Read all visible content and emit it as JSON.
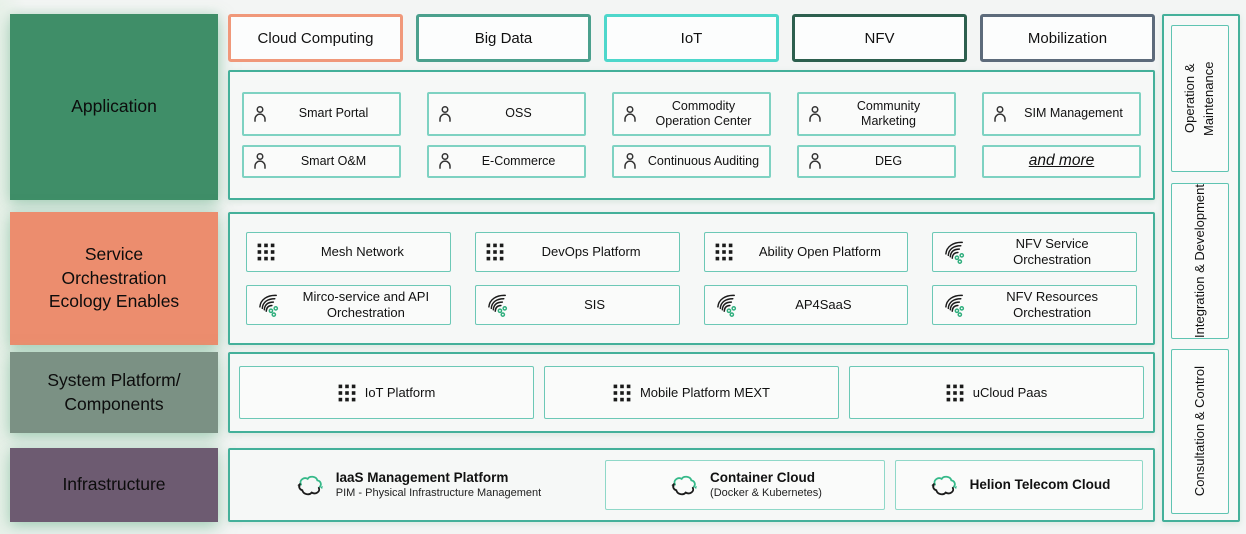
{
  "colors": {
    "accent_teal_container": "#44b09a",
    "item_border_teal": "#6cc8b6",
    "application_block": "#3f8e68",
    "service_block": "#ec8d6e",
    "system_block": "#7b9184",
    "infrastructure_block": "#6d5b71",
    "chip_cloud_computing": "#f0987a",
    "chip_big_data": "#4ba08d",
    "chip_iot": "#4ed7cb",
    "chip_nfv": "#2d5f4e",
    "chip_mobilization": "#5d6b7b",
    "mesh_dot_green": "#2fae7d",
    "cloud_arrow_green": "#35b989"
  },
  "categories": [
    {
      "label": "Application",
      "bg_css": "background:#3f8e68;"
    },
    {
      "label": "Service Orchestration Ecology Enables",
      "bg_css": "background:#ec8d6e;"
    },
    {
      "label": "System Platform/ Components",
      "bg_css": "background:#7b9184;"
    },
    {
      "label": "Infrastructure",
      "bg_css": "background:#6d5b71;"
    }
  ],
  "top_buttons": [
    {
      "label": "Cloud Computing",
      "border_css": "border-color:#f0987a;"
    },
    {
      "label": "Big Data",
      "border_css": "border-color:#4ba08d;"
    },
    {
      "label": "IoT",
      "border_css": "border-color:#4ed7cb;"
    },
    {
      "label": "NFV",
      "border_css": "border-color:#2d5f4e;"
    },
    {
      "label": "Mobilization",
      "border_css": "border-color:#5d6b7b;"
    }
  ],
  "application": {
    "items": [
      {
        "label": "Smart Portal",
        "icon": "person-icon"
      },
      {
        "label": "OSS",
        "icon": "person-icon"
      },
      {
        "label": "Commodity Operation Center",
        "icon": "person-icon"
      },
      {
        "label": "Community Marketing",
        "icon": "person-icon"
      },
      {
        "label": "SIM Management",
        "icon": "person-icon"
      },
      {
        "label": "Smart O&M",
        "icon": "person-icon"
      },
      {
        "label": "E-Commerce",
        "icon": "person-icon"
      },
      {
        "label": "Continuous Auditing",
        "icon": "person-icon"
      },
      {
        "label": "DEG",
        "icon": "person-icon"
      },
      {
        "label": "and more",
        "icon": "none"
      }
    ]
  },
  "service": {
    "items": [
      {
        "label": "Mesh Network",
        "icon": "grid-icon"
      },
      {
        "label": "DevOps Platform",
        "icon": "grid-icon"
      },
      {
        "label": "Ability Open Platform",
        "icon": "grid-icon"
      },
      {
        "label": "NFV Service Orchestration",
        "icon": "mesh-icon"
      },
      {
        "label": "Mirco-service and API Orchestration",
        "icon": "mesh-icon"
      },
      {
        "label": "SIS",
        "icon": "mesh-icon"
      },
      {
        "label": "AP4SaaS",
        "icon": "mesh-icon"
      },
      {
        "label": "NFV Resources Orchestration",
        "icon": "mesh-icon"
      }
    ]
  },
  "system": {
    "items": [
      {
        "label": "IoT Platform",
        "icon": "grid-icon"
      },
      {
        "label": "Mobile Platform MEXT",
        "icon": "grid-icon"
      },
      {
        "label": "uCloud Paas",
        "icon": "grid-icon"
      }
    ]
  },
  "infrastructure": {
    "items": [
      {
        "title": "IaaS Management Platform",
        "subtitle": "PIM - Physical Infrastructure Management",
        "icon": "cloud-sync-icon"
      },
      {
        "title": "Container Cloud",
        "subtitle": "(Docker & Kubernetes)",
        "icon": "cloud-sync-icon"
      },
      {
        "title": "Helion Telecom Cloud",
        "subtitle": "",
        "icon": "cloud-sync-icon"
      }
    ]
  },
  "right_sidebar": {
    "items": [
      {
        "label": "Operation & Maintenance"
      },
      {
        "label": "Integration & Development"
      },
      {
        "label": "Consultation & Control"
      }
    ]
  }
}
